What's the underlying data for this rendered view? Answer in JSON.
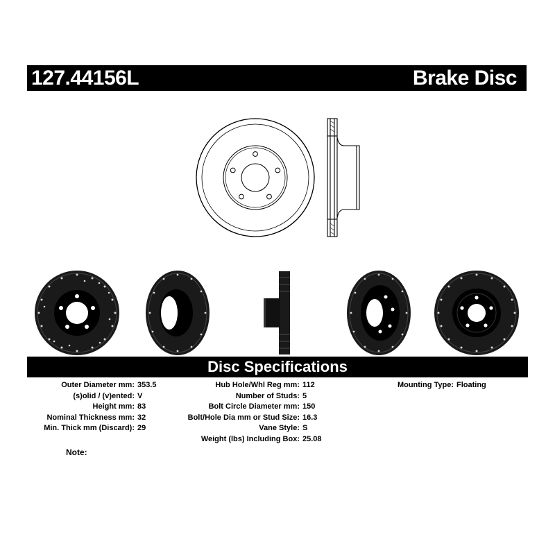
{
  "header": {
    "part_number": "127.44156L",
    "product_type": "Brake Disc"
  },
  "specs_section": {
    "title": "Disc Specifications"
  },
  "specs": {
    "col1": [
      {
        "label": "Outer Diameter mm:",
        "value": "353.5"
      },
      {
        "label": "(s)olid / (v)ented:",
        "value": "V"
      },
      {
        "label": "Height mm:",
        "value": "83"
      },
      {
        "label": "Nominal Thickness mm:",
        "value": "32"
      },
      {
        "label": "Min. Thick mm (Discard):",
        "value": "29"
      }
    ],
    "col2": [
      {
        "label": "Hub Hole/Whl Reg mm:",
        "value": "112"
      },
      {
        "label": "Number of Studs:",
        "value": "5"
      },
      {
        "label": "Bolt Circle Diameter mm:",
        "value": "150"
      },
      {
        "label": "Bolt/Hole Dia mm or Stud Size:",
        "value": "16.3"
      },
      {
        "label": "Vane Style:",
        "value": "S"
      },
      {
        "label": "Weight (lbs) Including Box:",
        "value": "25.08"
      }
    ],
    "col3": [
      {
        "label": "Mounting Type:",
        "value": "Floating"
      }
    ]
  },
  "note": {
    "label": "Note:"
  }
}
